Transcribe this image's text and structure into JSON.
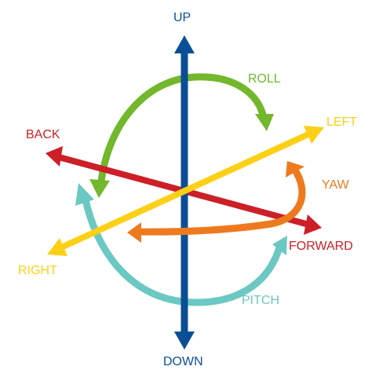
{
  "diagram": {
    "colors": {
      "up_down": "#0a4f94",
      "back_forward": "#cc1f28",
      "left_right": "#fcd016",
      "roll": "#73b72c",
      "yaw": "#ee7a1f",
      "pitch": "#6cc8c2"
    },
    "axes": [
      {
        "id": "up",
        "text": "UP"
      },
      {
        "id": "down",
        "text": "DOWN"
      },
      {
        "id": "back",
        "text": "BACK"
      },
      {
        "id": "forward",
        "text": "FORWARD"
      },
      {
        "id": "left",
        "text": "LEFT"
      },
      {
        "id": "right",
        "text": "RIGHT"
      }
    ],
    "rotations": [
      {
        "id": "roll",
        "text": "ROLL"
      },
      {
        "id": "yaw",
        "text": "YAW"
      },
      {
        "id": "pitch",
        "text": "PITCH"
      }
    ]
  }
}
